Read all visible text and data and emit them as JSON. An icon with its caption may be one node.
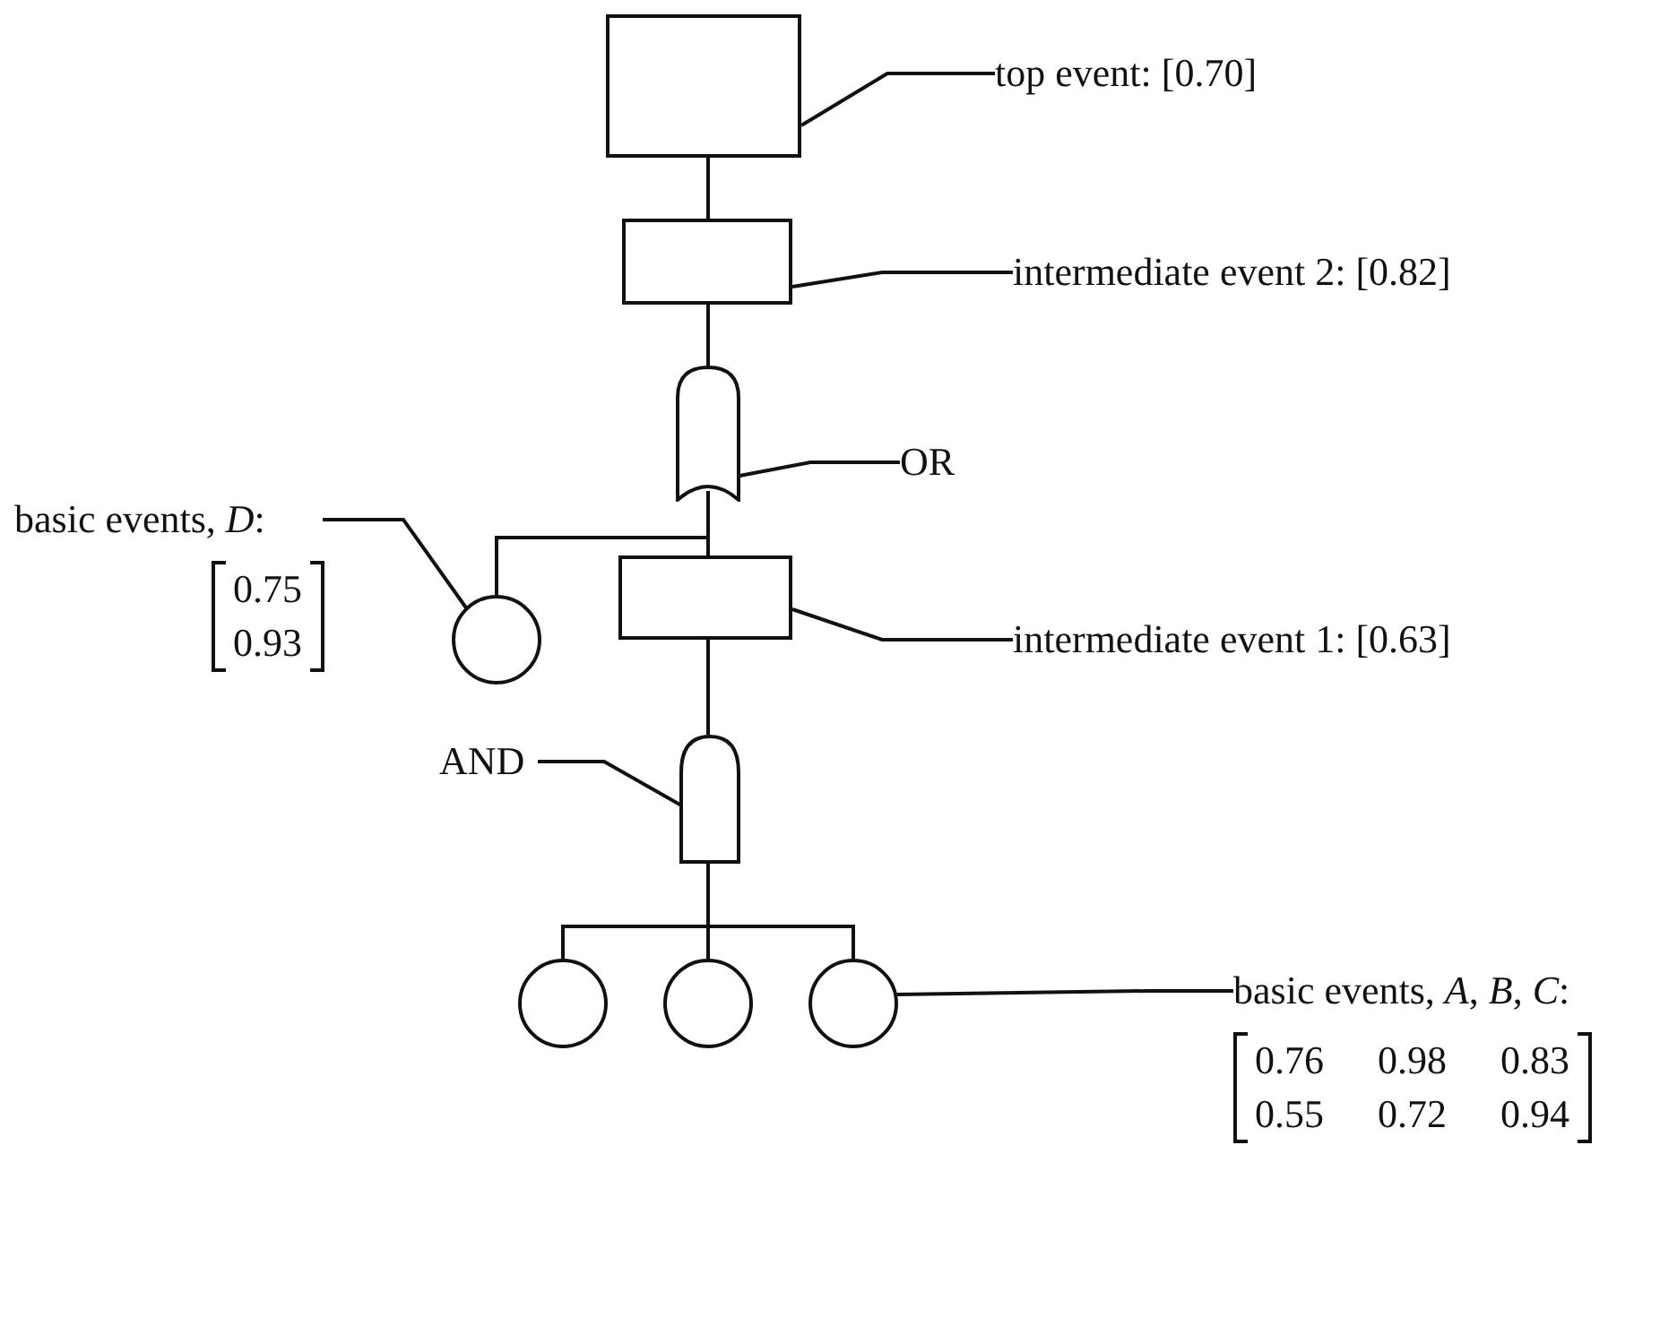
{
  "diagram": {
    "nodes": [
      {
        "text": [],
        "shape": "box"
      },
      {
        "text": [
          "top event: [0.70]"
        ]
      },
      {
        "text": [],
        "shape": "box"
      },
      {
        "text": [
          "intermediate event 2: [0.82]"
        ]
      },
      {
        "text": [],
        "shape": "gate"
      },
      {
        "text": [
          "OR"
        ]
      },
      {
        "text": [
          "basic events, *D*:"
        ],
        "beside": [
          "0.75",
          "0.93"
        ]
      },
      {
        "text": [],
        "shape": "circle"
      },
      {
        "text": [],
        "shape": "box"
      },
      {
        "text": [
          "intermediate event 1: [0.63]"
        ]
      },
      {
        "text": [
          "AND"
        ]
      },
      {
        "text": [],
        "shape": "gate"
      },
      {
        "text": [],
        "shape": "circle"
      },
      {
        "text": [],
        "shape": "circle"
      },
      {
        "text": [],
        "shape": "circle"
      },
      {
        "text": [
          "basic events, *A*, *B*, *C*:"
        ],
        "beside": [
          "0.76",
          "0.98",
          "0.83",
          "0.55",
          "0.72",
          "0.94"
        ]
      }
    ],
    "edges": [
      {
        "from": 1,
        "to": 0,
        "arrow": "none"
      },
      {
        "from": 2,
        "to": 0,
        "arrow": "none"
      },
      {
        "from": 3,
        "to": 2,
        "arrow": "none"
      },
      {
        "from": 4,
        "to": 2,
        "arrow": "none"
      },
      {
        "from": 5,
        "to": 4,
        "arrow": "none"
      },
      {
        "from": 8,
        "to": 4,
        "arrow": "none"
      },
      {
        "from": 7,
        "to": 4,
        "arrow": "none"
      },
      {
        "from": 6,
        "to": 7,
        "arrow": "none"
      },
      {
        "from": 9,
        "to": 8,
        "arrow": "none"
      },
      {
        "from": 10,
        "to": 11,
        "arrow": "none"
      },
      {
        "from": 11,
        "to": 8,
        "arrow": "none"
      },
      {
        "from": 12,
        "to": 11,
        "arrow": "none"
      },
      {
        "from": 13,
        "to": 11,
        "arrow": "none"
      },
      {
        "from": 14,
        "to": 11,
        "arrow": "none"
      },
      {
        "from": 15,
        "to": 14,
        "arrow": "none"
      }
    ]
  }
}
